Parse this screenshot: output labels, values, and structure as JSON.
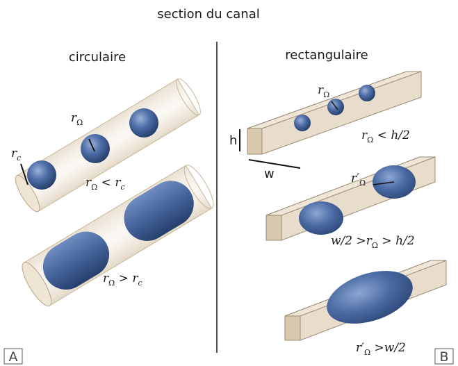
{
  "title": "section du canal",
  "left": {
    "heading": "circulaire",
    "label_rc": "c",
    "label_rc_base": "r",
    "label_romega_base": "r",
    "label_romega_sub": "Ω",
    "cond1_lhs": "r",
    "cond1_sub": "Ω",
    "cond1_op": " < ",
    "cond1_rhs": "r",
    "cond1_rhs_sub": "c",
    "cond2_lhs": "r",
    "cond2_sub": "Ω",
    "cond2_op": " > ",
    "cond2_rhs": "r",
    "cond2_rhs_sub": "c",
    "panel": "A"
  },
  "right": {
    "heading": "rectangulaire",
    "label_h": "h",
    "label_w": "w",
    "r_base": "r",
    "r_sub": "Ω",
    "cond1": "< h/2",
    "rprime_base": "r′",
    "rprime_sub": "Ω",
    "cond2_left": "w/2 >",
    "cond2_mid": "r",
    "cond2_sub": "Ω",
    "cond2_right": " > h/2",
    "cond3_base": "r′",
    "cond3_sub": "Ω",
    "cond3_right": " >w/2",
    "panel": "B"
  },
  "colors": {
    "channel_fill": "#e8dccb",
    "channel_stroke": "#9a8a74",
    "bubble": "#3f5e96",
    "bubble_dark": "#2a4474",
    "bubble_light": "#8aa3cf"
  }
}
